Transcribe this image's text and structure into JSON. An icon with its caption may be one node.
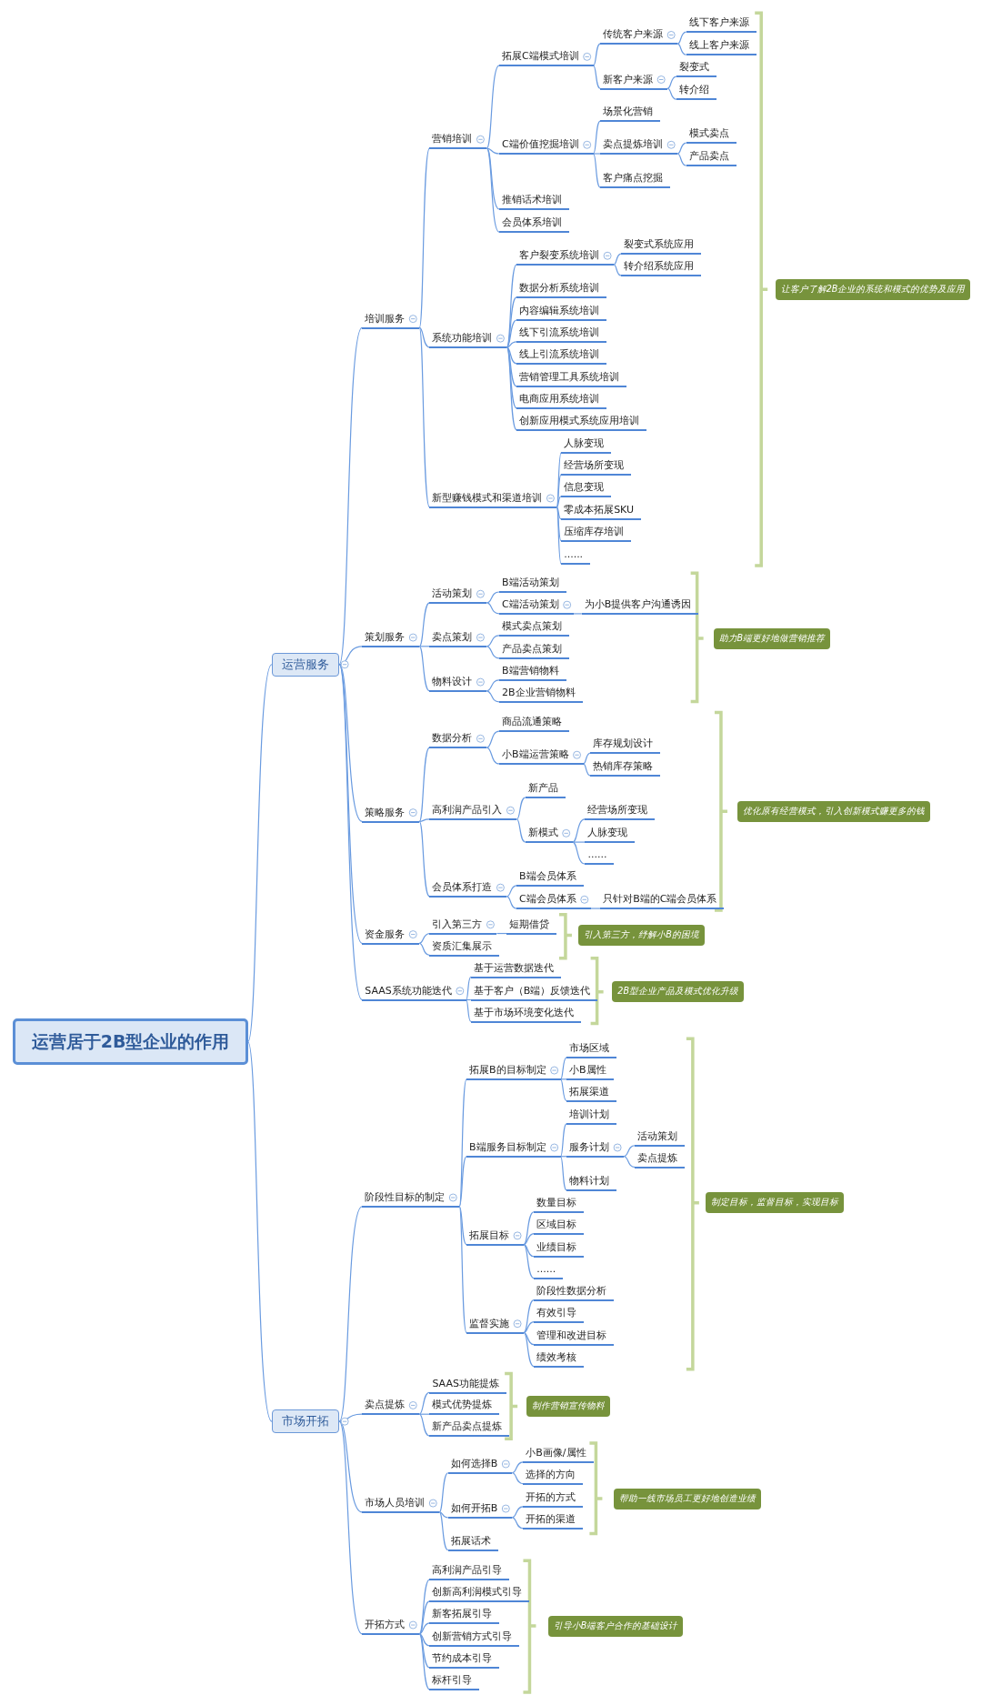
{
  "diagram": {
    "nodes": [
      {
        "text": [
          "运营居于2B型企业的作用"
        ]
      },
      {
        "text": [
          "运营服务"
        ]
      },
      {
        "text": [
          "培训服务"
        ]
      },
      {
        "text": [
          "营销培训"
        ]
      },
      {
        "text": [
          "拓展C端模式培训"
        ]
      },
      {
        "text": [
          "传统客户来源"
        ]
      },
      {
        "text": [
          "线下客户来源"
        ]
      },
      {
        "text": [
          "线上客户来源"
        ]
      },
      {
        "text": [
          "新客户来源"
        ]
      },
      {
        "text": [
          "裂变式"
        ]
      },
      {
        "text": [
          "转介绍"
        ]
      },
      {
        "text": [
          "C端价值挖掘培训"
        ]
      },
      {
        "text": [
          "场景化营销"
        ]
      },
      {
        "text": [
          "卖点提炼培训"
        ]
      },
      {
        "text": [
          "模式卖点"
        ]
      },
      {
        "text": [
          "产品卖点"
        ]
      },
      {
        "text": [
          "客户痛点挖掘"
        ]
      },
      {
        "text": [
          "推销话术培训"
        ]
      },
      {
        "text": [
          "会员体系培训"
        ]
      },
      {
        "text": [
          "系统功能培训"
        ]
      },
      {
        "text": [
          "客户裂变系统培训"
        ]
      },
      {
        "text": [
          "裂变式系统应用"
        ]
      },
      {
        "text": [
          "转介绍系统应用"
        ]
      },
      {
        "text": [
          "数据分析系统培训"
        ]
      },
      {
        "text": [
          "内容编辑系统培训"
        ]
      },
      {
        "text": [
          "线下引流系统培训"
        ]
      },
      {
        "text": [
          "线上引流系统培训"
        ]
      },
      {
        "text": [
          "营销管理工具系统培训"
        ]
      },
      {
        "text": [
          "电商应用系统培训"
        ]
      },
      {
        "text": [
          "创新应用模式系统应用培训"
        ]
      },
      {
        "text": [
          "新型赚钱模式和渠道培训"
        ]
      },
      {
        "text": [
          "人脉变现"
        ]
      },
      {
        "text": [
          "经营场所变现"
        ]
      },
      {
        "text": [
          "信息变现"
        ]
      },
      {
        "text": [
          "零成本拓展SKU"
        ]
      },
      {
        "text": [
          "压缩库存培训"
        ]
      },
      {
        "text": [
          "......"
        ]
      },
      {
        "text": [
          "策划服务"
        ]
      },
      {
        "text": [
          "活动策划"
        ]
      },
      {
        "text": [
          "B端活动策划"
        ]
      },
      {
        "text": [
          "C端活动策划"
        ]
      },
      {
        "text": [
          "为小B提供客户沟通诱因"
        ]
      },
      {
        "text": [
          "卖点策划"
        ]
      },
      {
        "text": [
          "模式卖点策划"
        ]
      },
      {
        "text": [
          "产品卖点策划"
        ]
      },
      {
        "text": [
          "物料设计"
        ]
      },
      {
        "text": [
          "B端营销物料"
        ]
      },
      {
        "text": [
          "2B企业营销物料"
        ]
      },
      {
        "text": [
          "策略服务"
        ]
      },
      {
        "text": [
          "数据分析"
        ]
      },
      {
        "text": [
          "商品流通策略"
        ]
      },
      {
        "text": [
          "小B端运营策略"
        ]
      },
      {
        "text": [
          "库存规划设计"
        ]
      },
      {
        "text": [
          "热销库存策略"
        ]
      },
      {
        "text": [
          "高利润产品引入"
        ]
      },
      {
        "text": [
          "新产品"
        ]
      },
      {
        "text": [
          "新模式"
        ]
      },
      {
        "text": [
          "经营场所变现"
        ]
      },
      {
        "text": [
          "人脉变现"
        ]
      },
      {
        "text": [
          "......"
        ]
      },
      {
        "text": [
          "会员体系打造"
        ]
      },
      {
        "text": [
          "B端会员体系"
        ]
      },
      {
        "text": [
          "C端会员体系"
        ]
      },
      {
        "text": [
          "只针对B端的C端会员体系"
        ]
      },
      {
        "text": [
          "资金服务"
        ]
      },
      {
        "text": [
          "引入第三方"
        ]
      },
      {
        "text": [
          "短期借贷"
        ]
      },
      {
        "text": [
          "资质汇集展示"
        ]
      },
      {
        "text": [
          "SAAS系统功能迭代"
        ]
      },
      {
        "text": [
          "基于运营数据迭代"
        ]
      },
      {
        "text": [
          "基于客户（B端）反馈迭代"
        ]
      },
      {
        "text": [
          "基于市场环境变化迭代"
        ]
      },
      {
        "text": [
          "市场开拓"
        ]
      },
      {
        "text": [
          "阶段性目标的制定"
        ]
      },
      {
        "text": [
          "拓展B的目标制定"
        ]
      },
      {
        "text": [
          "市场区域"
        ]
      },
      {
        "text": [
          "小B属性"
        ]
      },
      {
        "text": [
          "拓展渠道"
        ]
      },
      {
        "text": [
          "B端服务目标制定"
        ]
      },
      {
        "text": [
          "培训计划"
        ]
      },
      {
        "text": [
          "服务计划"
        ]
      },
      {
        "text": [
          "活动策划"
        ]
      },
      {
        "text": [
          "卖点提炼"
        ]
      },
      {
        "text": [
          "物料计划"
        ]
      },
      {
        "text": [
          "拓展目标"
        ]
      },
      {
        "text": [
          "数量目标"
        ]
      },
      {
        "text": [
          "区域目标"
        ]
      },
      {
        "text": [
          "业绩目标"
        ]
      },
      {
        "text": [
          "......"
        ]
      },
      {
        "text": [
          "监督实施"
        ]
      },
      {
        "text": [
          "阶段性数据分析"
        ]
      },
      {
        "text": [
          "有效引导"
        ]
      },
      {
        "text": [
          "管理和改进目标"
        ]
      },
      {
        "text": [
          "绩效考核"
        ]
      },
      {
        "text": [
          "卖点提炼"
        ]
      },
      {
        "text": [
          "SAAS功能提炼"
        ]
      },
      {
        "text": [
          "模式优势提炼"
        ]
      },
      {
        "text": [
          "新产品卖点提炼"
        ]
      },
      {
        "text": [
          "市场人员培训"
        ]
      },
      {
        "text": [
          "如何选择B"
        ]
      },
      {
        "text": [
          "小B画像/属性"
        ]
      },
      {
        "text": [
          "选择的方向"
        ]
      },
      {
        "text": [
          "如何开拓B"
        ]
      },
      {
        "text": [
          "开拓的方式"
        ]
      },
      {
        "text": [
          "开拓的渠道"
        ]
      },
      {
        "text": [
          "拓展话术"
        ]
      },
      {
        "text": [
          "开拓方式"
        ]
      },
      {
        "text": [
          "高利润产品引导"
        ]
      },
      {
        "text": [
          "创新高利润模式引导"
        ]
      },
      {
        "text": [
          "新客拓展引导"
        ]
      },
      {
        "text": [
          "创新营销方式引导"
        ]
      },
      {
        "text": [
          "节约成本引导"
        ]
      },
      {
        "text": [
          "标杆引导"
        ]
      },
      {
        "text": [
          "让客户了解2B企业的系统和模式的优势及应用"
        ]
      },
      {
        "text": [
          "助力B端更好地做营销推荐"
        ]
      },
      {
        "text": [
          "优化原有经营模式，引入创新模式赚更多的钱"
        ]
      },
      {
        "text": [
          "引入第三方，纾解小B的困境"
        ]
      },
      {
        "text": [
          "2B型企业产品及模式优化升级"
        ]
      },
      {
        "text": [
          "制定目标，监督目标，实现目标"
        ]
      },
      {
        "text": [
          "制作营销宣传物料"
        ]
      },
      {
        "text": [
          "帮助一线市场员工更好地创造业绩"
        ]
      },
      {
        "text": [
          "引导小B端客户合作的基础设计"
        ]
      }
    ],
    "edges": [
      {
        "from": 0,
        "to": 1,
        "arrow": "none"
      },
      {
        "from": 0,
        "to": 72,
        "arrow": "none"
      },
      {
        "from": 1,
        "to": 2,
        "arrow": "none"
      },
      {
        "from": 1,
        "to": 37,
        "arrow": "none"
      },
      {
        "from": 1,
        "to": 48,
        "arrow": "none"
      },
      {
        "from": 1,
        "to": 64,
        "arrow": "none"
      },
      {
        "from": 1,
        "to": 68,
        "arrow": "none"
      },
      {
        "from": 2,
        "to": 3,
        "arrow": "none"
      },
      {
        "from": 2,
        "to": 19,
        "arrow": "none"
      },
      {
        "from": 2,
        "to": 30,
        "arrow": "none"
      },
      {
        "from": 3,
        "to": 4,
        "arrow": "none"
      },
      {
        "from": 3,
        "to": 11,
        "arrow": "none"
      },
      {
        "from": 3,
        "to": 17,
        "arrow": "none"
      },
      {
        "from": 3,
        "to": 18,
        "arrow": "none"
      },
      {
        "from": 4,
        "to": 5,
        "arrow": "none"
      },
      {
        "from": 4,
        "to": 8,
        "arrow": "none"
      },
      {
        "from": 5,
        "to": 6,
        "arrow": "none"
      },
      {
        "from": 5,
        "to": 7,
        "arrow": "none"
      },
      {
        "from": 8,
        "to": 9,
        "arrow": "none"
      },
      {
        "from": 8,
        "to": 10,
        "arrow": "none"
      },
      {
        "from": 11,
        "to": 12,
        "arrow": "none"
      },
      {
        "from": 11,
        "to": 13,
        "arrow": "none"
      },
      {
        "from": 11,
        "to": 16,
        "arrow": "none"
      },
      {
        "from": 13,
        "to": 14,
        "arrow": "none"
      },
      {
        "from": 13,
        "to": 15,
        "arrow": "none"
      },
      {
        "from": 19,
        "to": 20,
        "arrow": "none"
      },
      {
        "from": 19,
        "to": 23,
        "arrow": "none"
      },
      {
        "from": 19,
        "to": 24,
        "arrow": "none"
      },
      {
        "from": 19,
        "to": 25,
        "arrow": "none"
      },
      {
        "from": 19,
        "to": 26,
        "arrow": "none"
      },
      {
        "from": 19,
        "to": 27,
        "arrow": "none"
      },
      {
        "from": 19,
        "to": 28,
        "arrow": "none"
      },
      {
        "from": 19,
        "to": 29,
        "arrow": "none"
      },
      {
        "from": 20,
        "to": 21,
        "arrow": "none"
      },
      {
        "from": 20,
        "to": 22,
        "arrow": "none"
      },
      {
        "from": 30,
        "to": 31,
        "arrow": "none"
      },
      {
        "from": 30,
        "to": 32,
        "arrow": "none"
      },
      {
        "from": 30,
        "to": 33,
        "arrow": "none"
      },
      {
        "from": 30,
        "to": 34,
        "arrow": "none"
      },
      {
        "from": 30,
        "to": 35,
        "arrow": "none"
      },
      {
        "from": 30,
        "to": 36,
        "arrow": "none"
      },
      {
        "from": 37,
        "to": 38,
        "arrow": "none"
      },
      {
        "from": 37,
        "to": 42,
        "arrow": "none"
      },
      {
        "from": 37,
        "to": 45,
        "arrow": "none"
      },
      {
        "from": 38,
        "to": 39,
        "arrow": "none"
      },
      {
        "from": 38,
        "to": 40,
        "arrow": "none"
      },
      {
        "from": 40,
        "to": 41,
        "arrow": "none"
      },
      {
        "from": 42,
        "to": 43,
        "arrow": "none"
      },
      {
        "from": 42,
        "to": 44,
        "arrow": "none"
      },
      {
        "from": 45,
        "to": 46,
        "arrow": "none"
      },
      {
        "from": 45,
        "to": 47,
        "arrow": "none"
      },
      {
        "from": 48,
        "to": 49,
        "arrow": "none"
      },
      {
        "from": 48,
        "to": 54,
        "arrow": "none"
      },
      {
        "from": 48,
        "to": 60,
        "arrow": "none"
      },
      {
        "from": 49,
        "to": 50,
        "arrow": "none"
      },
      {
        "from": 49,
        "to": 51,
        "arrow": "none"
      },
      {
        "from": 51,
        "to": 52,
        "arrow": "none"
      },
      {
        "from": 51,
        "to": 53,
        "arrow": "none"
      },
      {
        "from": 54,
        "to": 55,
        "arrow": "none"
      },
      {
        "from": 54,
        "to": 56,
        "arrow": "none"
      },
      {
        "from": 56,
        "to": 57,
        "arrow": "none"
      },
      {
        "from": 56,
        "to": 58,
        "arrow": "none"
      },
      {
        "from": 56,
        "to": 59,
        "arrow": "none"
      },
      {
        "from": 60,
        "to": 61,
        "arrow": "none"
      },
      {
        "from": 60,
        "to": 62,
        "arrow": "none"
      },
      {
        "from": 62,
        "to": 63,
        "arrow": "none"
      },
      {
        "from": 64,
        "to": 65,
        "arrow": "none"
      },
      {
        "from": 64,
        "to": 67,
        "arrow": "none"
      },
      {
        "from": 65,
        "to": 66,
        "arrow": "none"
      },
      {
        "from": 68,
        "to": 69,
        "arrow": "none"
      },
      {
        "from": 68,
        "to": 70,
        "arrow": "none"
      },
      {
        "from": 68,
        "to": 71,
        "arrow": "none"
      },
      {
        "from": 72,
        "to": 73,
        "arrow": "none"
      },
      {
        "from": 72,
        "to": 94,
        "arrow": "none"
      },
      {
        "from": 72,
        "to": 98,
        "arrow": "none"
      },
      {
        "from": 72,
        "to": 106,
        "arrow": "none"
      },
      {
        "from": 73,
        "to": 74,
        "arrow": "none"
      },
      {
        "from": 73,
        "to": 78,
        "arrow": "none"
      },
      {
        "from": 73,
        "to": 84,
        "arrow": "none"
      },
      {
        "from": 73,
        "to": 89,
        "arrow": "none"
      },
      {
        "from": 74,
        "to": 75,
        "arrow": "none"
      },
      {
        "from": 74,
        "to": 76,
        "arrow": "none"
      },
      {
        "from": 74,
        "to": 77,
        "arrow": "none"
      },
      {
        "from": 78,
        "to": 79,
        "arrow": "none"
      },
      {
        "from": 78,
        "to": 80,
        "arrow": "none"
      },
      {
        "from": 78,
        "to": 83,
        "arrow": "none"
      },
      {
        "from": 80,
        "to": 81,
        "arrow": "none"
      },
      {
        "from": 80,
        "to": 82,
        "arrow": "none"
      },
      {
        "from": 84,
        "to": 85,
        "arrow": "none"
      },
      {
        "from": 84,
        "to": 86,
        "arrow": "none"
      },
      {
        "from": 84,
        "to": 87,
        "arrow": "none"
      },
      {
        "from": 84,
        "to": 88,
        "arrow": "none"
      },
      {
        "from": 89,
        "to": 90,
        "arrow": "none"
      },
      {
        "from": 89,
        "to": 91,
        "arrow": "none"
      },
      {
        "from": 89,
        "to": 92,
        "arrow": "none"
      },
      {
        "from": 89,
        "to": 93,
        "arrow": "none"
      },
      {
        "from": 94,
        "to": 95,
        "arrow": "none"
      },
      {
        "from": 94,
        "to": 96,
        "arrow": "none"
      },
      {
        "from": 94,
        "to": 97,
        "arrow": "none"
      },
      {
        "from": 98,
        "to": 99,
        "arrow": "none"
      },
      {
        "from": 98,
        "to": 102,
        "arrow": "none"
      },
      {
        "from": 98,
        "to": 105,
        "arrow": "none"
      },
      {
        "from": 99,
        "to": 100,
        "arrow": "none"
      },
      {
        "from": 99,
        "to": 101,
        "arrow": "none"
      },
      {
        "from": 102,
        "to": 103,
        "arrow": "none"
      },
      {
        "from": 102,
        "to": 104,
        "arrow": "none"
      },
      {
        "from": 106,
        "to": 107,
        "arrow": "none"
      },
      {
        "from": 106,
        "to": 108,
        "arrow": "none"
      },
      {
        "from": 106,
        "to": 109,
        "arrow": "none"
      },
      {
        "from": 106,
        "to": 110,
        "arrow": "none"
      },
      {
        "from": 106,
        "to": 111,
        "arrow": "none"
      },
      {
        "from": 106,
        "to": 112,
        "arrow": "none"
      }
    ]
  }
}
